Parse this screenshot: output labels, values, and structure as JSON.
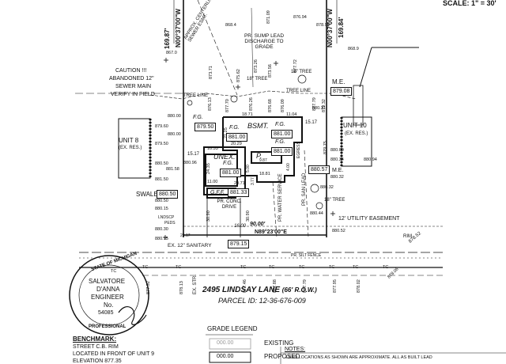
{
  "header": {
    "scale": "SCALE: 1\" = 30'"
  },
  "bearings": {
    "north_left": "N00°37'00\"W",
    "north_left_dist": "169.87'",
    "north_right": "N00°37'00\"W",
    "north_right_dist": "169.84'",
    "south": "N89°23'00\"E",
    "south_dist": "90.00'"
  },
  "callouts": {
    "sewer_centerline": "APPROX. CENTERLINE OF SEWER ESMT.",
    "sump_lead": "PR. SUMP LEAD DISCHARGE TO GRADE",
    "caution": "CAUTION !!!",
    "abandoned_sewer": "ABANDONED 12\"",
    "abandoned_sewer_2": "SEWER MAIN",
    "verify": "VERIFY IN FIELD",
    "tree_line_left": "TREE LINE",
    "tree_line_right": "TREE LINE",
    "tree_18_a": "18\" TREE",
    "tree_18_b": "18\" TREE",
    "tree_18_c": "18\" TREE",
    "me_top": "M.E.",
    "me_bottom": "M.E.",
    "unit8": "UNIT 8",
    "unit8_sub": "(EX. RES.)",
    "unit10": "UNIT 10",
    "unit10_sub": "(EX. RES.)",
    "swale": "SWALE",
    "utility_easement": "12' UTILITY EASEMENT",
    "sanitary": "EX. 12\" SANITARY",
    "silt_fence": "PR. SILT FENCE",
    "rim": "RIM",
    "conc_drive": "PR. CONC. DRIVE",
    "water_service": "PR. WATER SERVICE",
    "san_lead": "PR. SAN LEAD",
    "egress": "EGRESS",
    "ex_str": "EX. STR.",
    "lndscp": "LNDSCP",
    "peds": "PEDS"
  },
  "house": {
    "bsmt": "BSMT.",
    "unex": "UNEX.",
    "porch": "P.",
    "fg_tag": "F.G.",
    "gff_tag": "G.F.F.",
    "fg_values": [
      "879.50",
      "881.00",
      "881.00",
      "881.00",
      "881.00"
    ],
    "gff_value": "881.33",
    "dims": [
      "18.71",
      "11.04",
      "21.25",
      "20.29",
      "15.17",
      "15.17",
      "10.33",
      "24.35",
      "11.00",
      "20.71",
      "18.81",
      "9.87",
      "5.00",
      "4.00",
      "3.77",
      "30.90",
      "30.90",
      "16.00",
      "20.17"
    ]
  },
  "grades": {
    "top": [
      "867.0",
      "868.4",
      "871.09",
      "876.94",
      "878.96",
      "868.9"
    ],
    "mid": [
      "873.71",
      "875.62",
      "873.26",
      "873.56",
      "877.72",
      "876.13",
      "877.70",
      "876.26",
      "876.68",
      "876.09",
      "877.79",
      "879.32"
    ],
    "left": [
      "880.00",
      "879.60",
      "880.00",
      "879.50",
      "880.50",
      "881.50",
      "880.50",
      "880.15",
      "881.58",
      "880.96",
      "880.30",
      "880.15"
    ],
    "right": [
      "879.75",
      "880.00",
      "880.34",
      "880.32",
      "880.52",
      "880.31",
      "880.32",
      "880.94",
      "880.44"
    ],
    "street": [
      "877.92",
      "878.13",
      "877.46",
      "877.88",
      "877.79",
      "877.95",
      "878.02",
      "878.06"
    ],
    "street_tags": [
      "TC",
      "TC",
      "TC",
      "TC",
      "TC",
      "TC",
      "TC",
      "TC",
      "TC"
    ],
    "boxed_me_top": "879.08",
    "boxed_me_bottom": "880.57",
    "boxed_swale": "880.50",
    "boxed_drive": "879.15",
    "rim_value": "878.52"
  },
  "street": {
    "name": "2495 LINDSAY LANE",
    "row": "(66' R.O.W.)",
    "parcel": "PARCEL ID: 12-36-676-009"
  },
  "seal": {
    "state": "STATE OF MICHIGAN",
    "name1": "SALVATORE",
    "name2": "D'ANNA",
    "title": "ENGINEER",
    "no": "No.",
    "num": "54085",
    "bottom": "PROFESSIONAL"
  },
  "benchmark": {
    "title": "BENCHMARK:",
    "line1": "STREET C.B. RIM",
    "line2": "LOCATED IN FRONT OF UNIT 9",
    "line3": "ELEVATION 877.35"
  },
  "legend": {
    "title": "GRADE LEGEND",
    "existing_val": "000.00",
    "existing": "EXISTING",
    "proposed_val": "000.00",
    "proposed": "PROPOSED"
  },
  "notes": {
    "title": "NOTES:",
    "line1": "-LEAD LOCATIONS AS SHOWN ARE APPROXIMATE. ALL AS BUILT LEAD"
  }
}
